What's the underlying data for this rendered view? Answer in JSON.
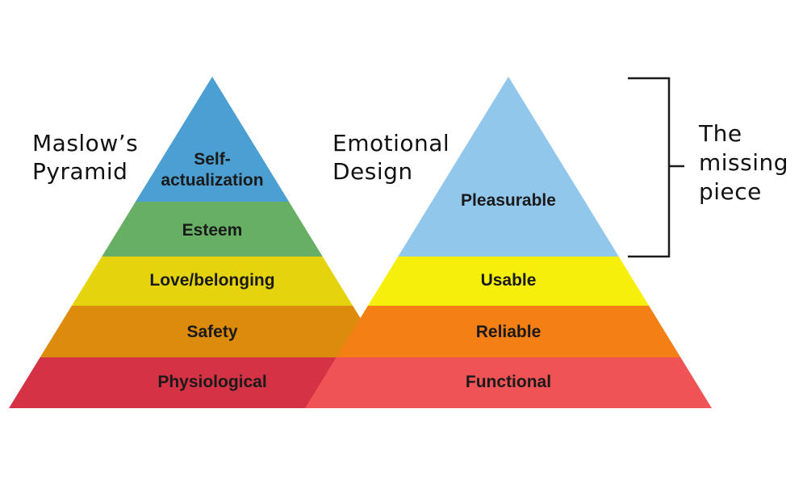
{
  "maslow": {
    "title_lines": [
      "Maslow’s",
      "Pyramid"
    ],
    "tiers": [
      {
        "label_lines": [
          "Self-",
          "actualization"
        ],
        "color": "#4b9fd3"
      },
      {
        "label_lines": [
          "Esteem"
        ],
        "color": "#67af64"
      },
      {
        "label_lines": [
          "Love/belonging"
        ],
        "color": "#e5d40d"
      },
      {
        "label_lines": [
          "Safety"
        ],
        "color": "#dc8b0c"
      },
      {
        "label_lines": [
          "Physiological"
        ],
        "color": "#d63245"
      }
    ]
  },
  "emotional": {
    "title_lines": [
      "Emotional",
      "Design"
    ],
    "tiers": [
      {
        "label_lines": [
          "Pleasurable"
        ],
        "color": "#92c7ec"
      },
      {
        "label_lines": [
          "Usable"
        ],
        "color": "#f6ef0b"
      },
      {
        "label_lines": [
          "Reliable"
        ],
        "color": "#f47f15"
      },
      {
        "label_lines": [
          "Functional"
        ],
        "color": "#ef5356"
      }
    ]
  },
  "annotation": {
    "text_lines": [
      "The",
      "missing",
      "piece"
    ],
    "bracket_color": "#1a1a1a"
  }
}
